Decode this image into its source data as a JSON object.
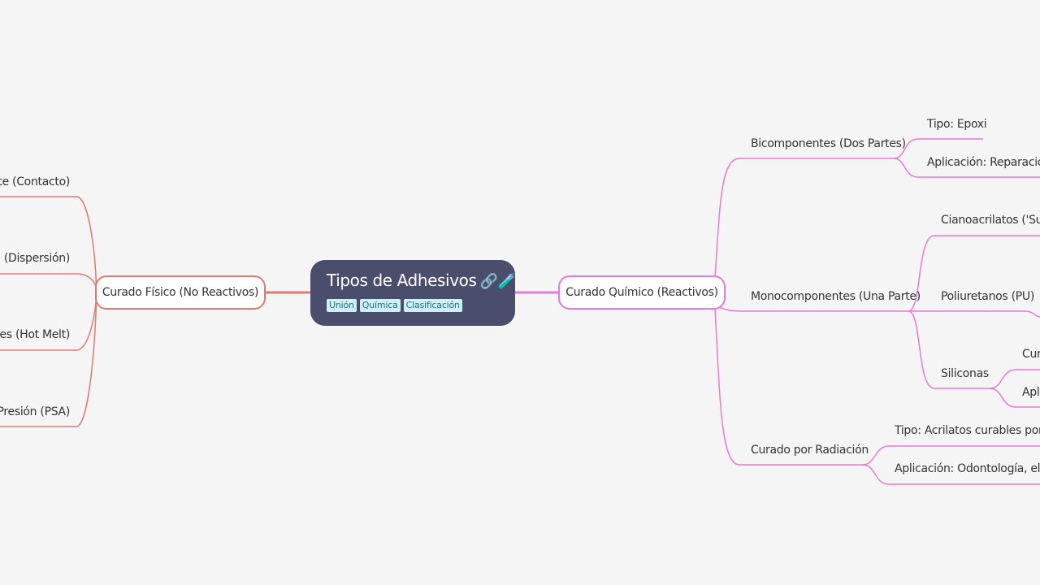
{
  "root": {
    "title": "Tipos de Adhesivos",
    "icons": "🔗🧪",
    "tags": [
      "Unión",
      "Química",
      "Clasificación"
    ]
  },
  "left": {
    "branch": "Curado Físico (No Reactivos)",
    "children": [
      "nte (Contacto)",
      "ua (Dispersión)",
      "bles (Hot Melt)",
      "a Presión (PSA)"
    ]
  },
  "right": {
    "branch": "Curado Químico (Reactivos)",
    "bicomponentes": {
      "label": "Bicomponentes (Dos Partes)",
      "children": [
        "Tipo: Epoxi",
        "Aplicación: Reparacione"
      ]
    },
    "monocomponentes": {
      "label": "Monocomponentes (Una Parte)",
      "children": [
        "Cianoacrilatos ('Supe",
        "Poliuretanos (PU)",
        "Siliconas"
      ],
      "siliconas_children": [
        "Cur",
        "Apli"
      ]
    },
    "radiacion": {
      "label": "Curado por Radiación",
      "children": [
        "Tipo: Acrilatos curables por UV",
        "Aplicación: Odontología, elect"
      ]
    }
  },
  "colors": {
    "background": "#f5f5f5",
    "root": "#4a4d6c",
    "left_branch": "#e07b72",
    "right_branch": "#e77ad6",
    "tag_bg": "#cfeff7"
  }
}
